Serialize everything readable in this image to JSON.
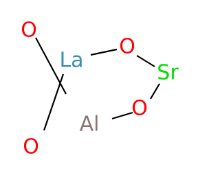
{
  "colors": {
    "bond": "#000000",
    "O": "#ff0000",
    "La": "#3b8fb5",
    "Sr": "#00dd00",
    "Al": "#8a7575"
  },
  "atoms": [
    {
      "id": "o_top_left",
      "label": "O",
      "element": "O"
    },
    {
      "id": "la",
      "label": "La",
      "element": "La"
    },
    {
      "id": "o_top_mid",
      "label": "O",
      "element": "O"
    },
    {
      "id": "sr",
      "label": "Sr",
      "element": "Sr"
    },
    {
      "id": "o_mid_right",
      "label": "O",
      "element": "O"
    },
    {
      "id": "al",
      "label": "Al",
      "element": "Al"
    },
    {
      "id": "o_bottom_left",
      "label": "O",
      "element": "O"
    }
  ],
  "bonds": [
    {
      "from": "o_top_left",
      "to": "al"
    },
    {
      "from": "la",
      "to": "o_top_mid"
    },
    {
      "from": "o_top_mid",
      "to": "sr"
    },
    {
      "from": "sr",
      "to": "o_mid_right"
    },
    {
      "from": "o_mid_right",
      "to": "al"
    },
    {
      "from": "la",
      "to": "o_bottom_left"
    }
  ]
}
